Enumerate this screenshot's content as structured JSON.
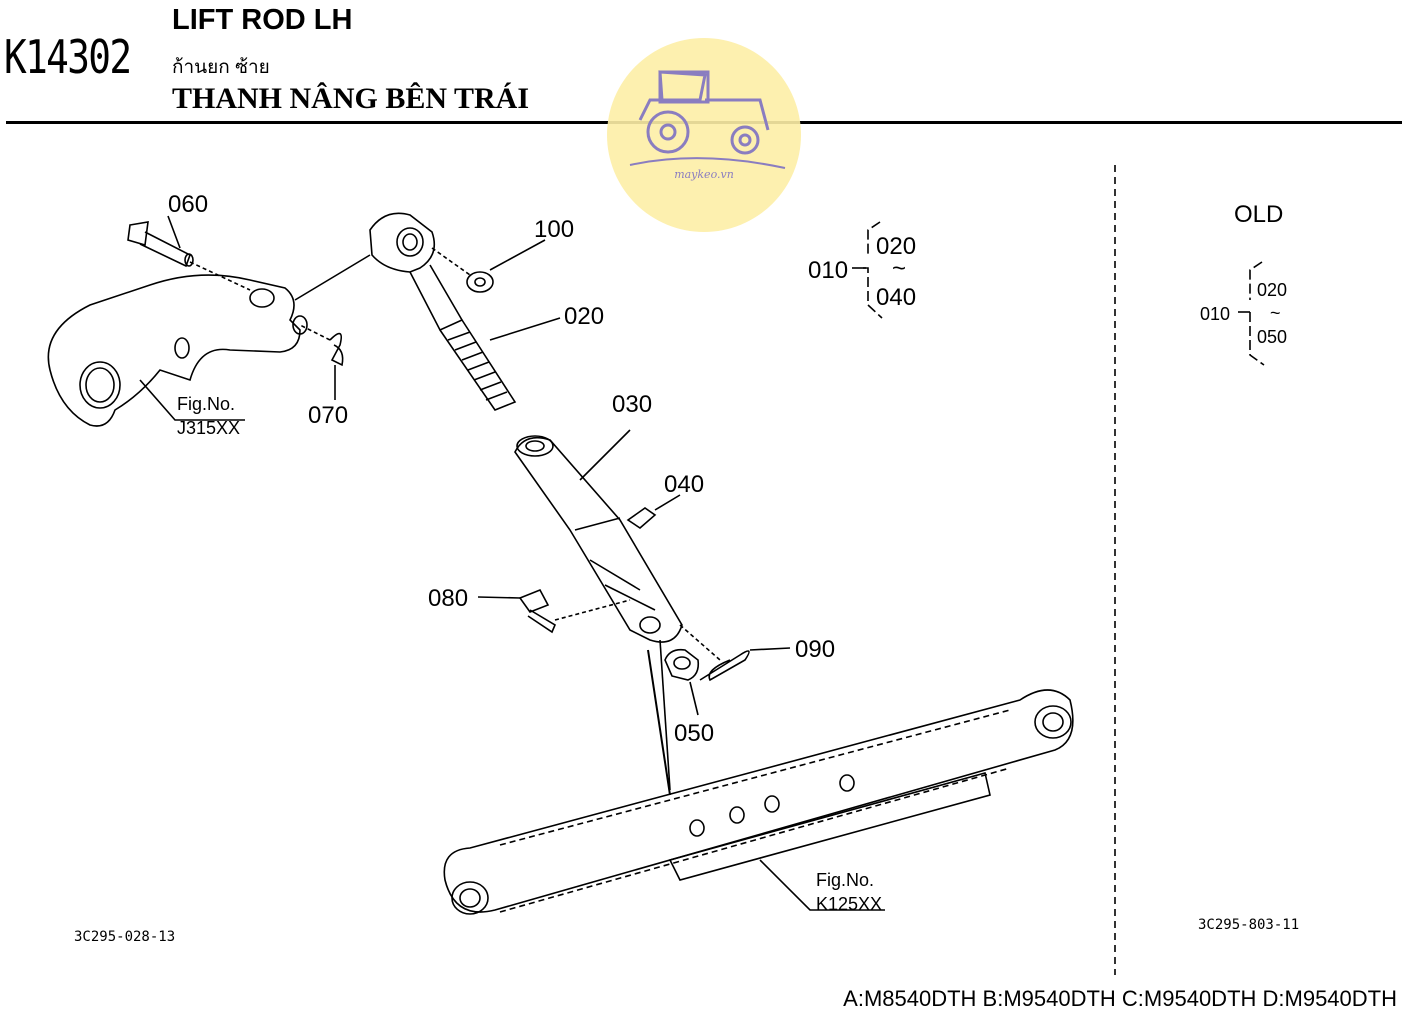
{
  "header": {
    "code": "K14302",
    "title_en": "LIFT ROD LH",
    "title_th": "ก้านยก ซ้าย",
    "title_vi": "THANH NÂNG BÊN TRÁI"
  },
  "watermark": {
    "text": "maykeo.vn",
    "icon": "tractor-icon"
  },
  "parts": {
    "p060": "060",
    "p100": "100",
    "p020": "020",
    "p030": "030",
    "p040": "040",
    "p070": "070",
    "p080": "080",
    "p090": "090",
    "p050": "050"
  },
  "refs": {
    "fig1_label": "Fig.No.",
    "fig1_no": "J315XX",
    "fig2_label": "Fig.No.",
    "fig2_no": "K125XX"
  },
  "range_new": {
    "parent": "010",
    "from": "020",
    "tilde": "~",
    "to": "040"
  },
  "range_old": {
    "title": "OLD",
    "parent": "010",
    "from": "020",
    "tilde": "~",
    "to": "050"
  },
  "ids": {
    "left": "3C295-028-13",
    "right": "3C295-803-11"
  },
  "models": "A:M8540DTH B:M9540DTH C:M9540DTH D:M9540DTH"
}
